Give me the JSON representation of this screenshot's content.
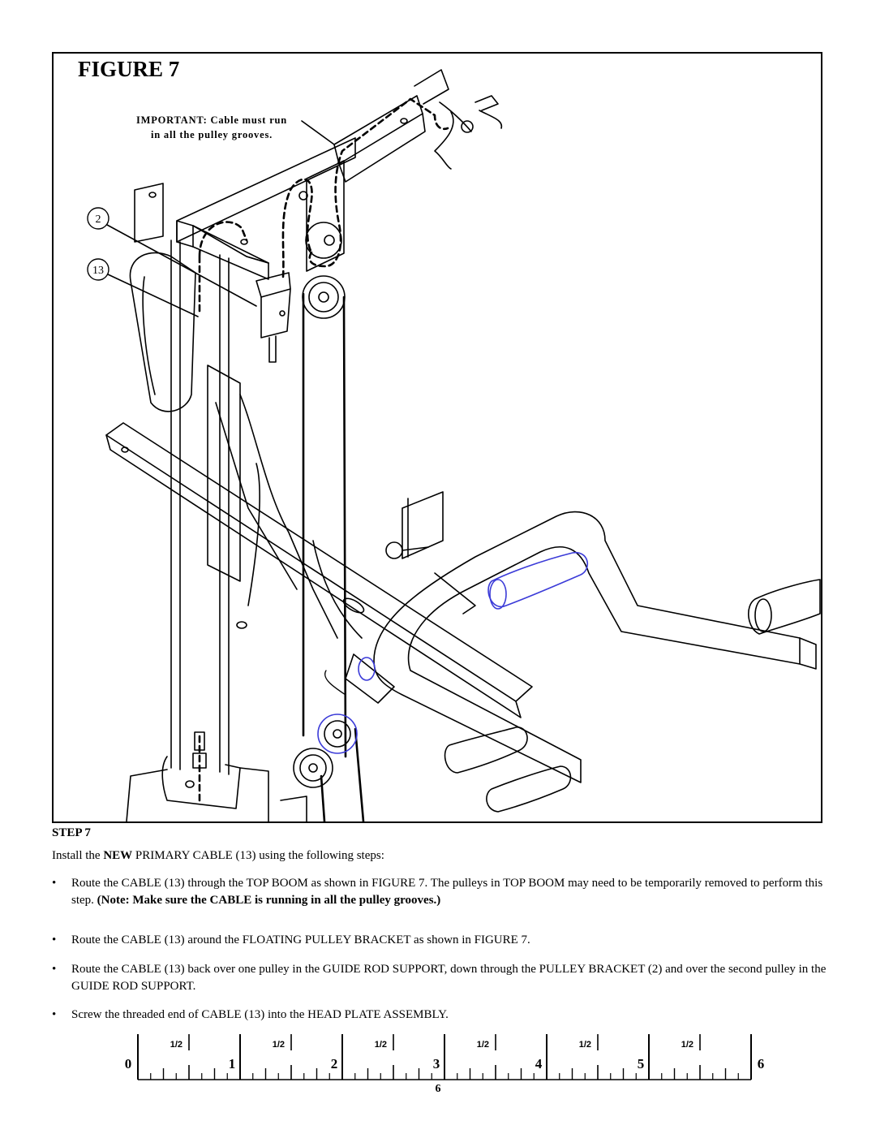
{
  "figure": {
    "title": "FIGURE 7",
    "note_line1": "IMPORTANT: Cable must run",
    "note_line2": "in all the pulley grooves.",
    "callouts": [
      "2",
      "13"
    ]
  },
  "step": {
    "title": "STEP 7",
    "intro_pre": "Install the ",
    "intro_bold": "NEW",
    "intro_post": " PRIMARY CABLE (13) using the following steps:",
    "bullet1_text": "Route the CABLE (13) through the TOP BOOM as shown in FIGURE 7. The pulleys in TOP BOOM may need to be temporarily removed to perform this step. ",
    "bullet1_bold": "(Note: Make sure the CABLE is running in all the pulley grooves.)",
    "bullet2": "Route the CABLE (13) around the FLOATING PULLEY BRACKET as shown in FIGURE 7.",
    "bullet3": "Route the CABLE (13) back over one pulley in the GUIDE ROD SUPPORT, down through the PULLEY BRACKET (2) and over the second pulley in the GUIDE ROD SUPPORT.",
    "bullet4": "Screw the threaded end of CABLE (13) into the HEAD PLATE ASSEMBLY."
  },
  "ruler": {
    "numbers": [
      "0",
      "1",
      "2",
      "3",
      "4",
      "5",
      "6"
    ],
    "half_label": "1/2"
  },
  "page_number": "6",
  "colors": {
    "ink": "#000000",
    "accent_blue": "#3b3bd8"
  }
}
